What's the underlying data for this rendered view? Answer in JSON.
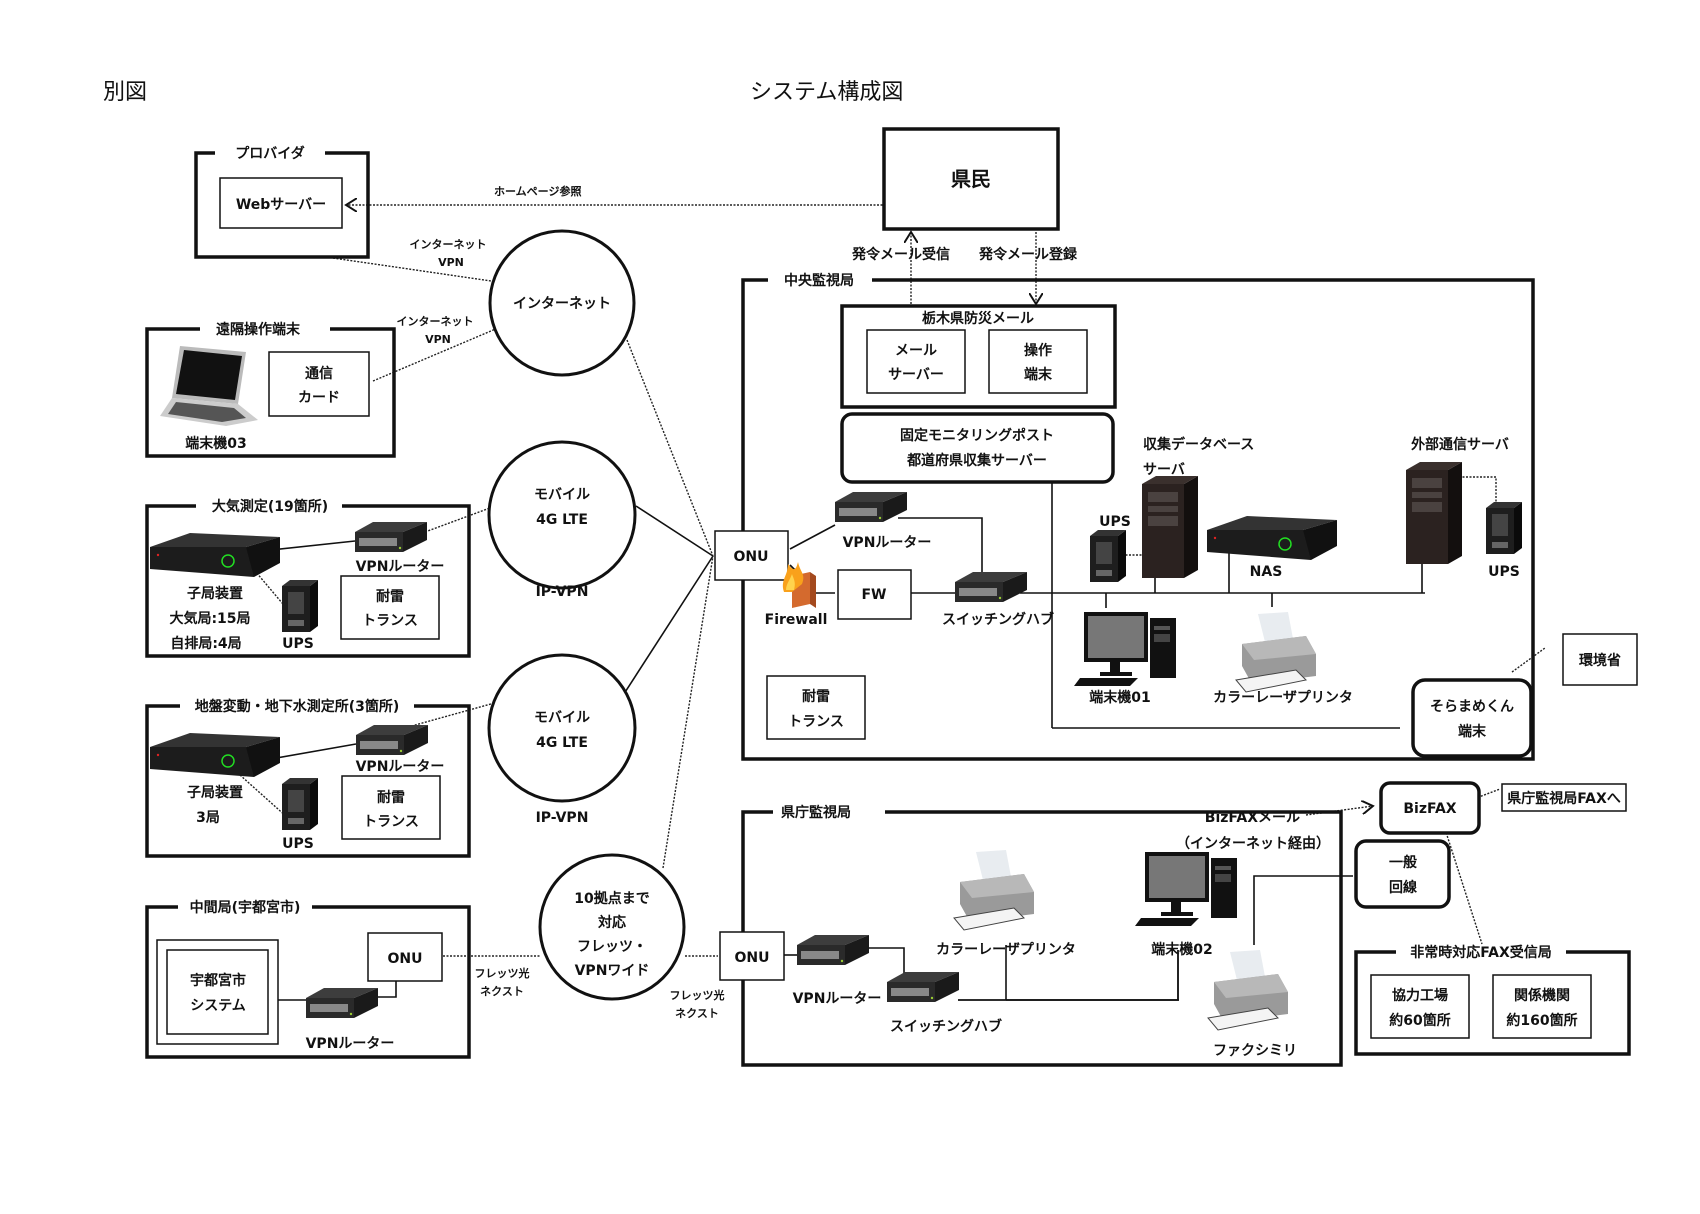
{
  "header": {
    "left_label": "別図",
    "title": "システム構成図"
  },
  "citizens": {
    "label": "県民"
  },
  "provider": {
    "title": "プロバイダ",
    "web_server": "Webサーバー",
    "homepage_ref": "ホームページ参照"
  },
  "internet": {
    "label": "インターネット",
    "link1_line1": "インターネット",
    "link1_line2": "VPN",
    "link2_line1": "インターネット",
    "link2_line2": "VPN"
  },
  "remote_terminal": {
    "title": "遠隔操作端末",
    "card_line1": "通信",
    "card_line2": "カード",
    "terminal": "端末機03"
  },
  "air_measure": {
    "title": "大気測定(19箇所)",
    "router": "VPNルーター",
    "device": "子局装置",
    "air_count": "大気局:15局",
    "exhaust_count": "自排局:4局",
    "ups": "UPS",
    "transformer_line1": "耐雷",
    "transformer_line2": "トランス"
  },
  "mobile1": {
    "line1": "モバイル",
    "line2": "4G LTE",
    "caption": "IP-VPN"
  },
  "mobile2": {
    "line1": "モバイル",
    "line2": "4G LTE",
    "caption": "IP-VPN"
  },
  "ground_measure": {
    "title": "地盤変動・地下水測定所(3箇所)",
    "router": "VPNルーター",
    "device": "子局装置",
    "count": "3局",
    "ups": "UPS",
    "transformer_line1": "耐雷",
    "transformer_line2": "トランス"
  },
  "relay_station": {
    "title": "中間局(宇都宮市)",
    "system_line1": "宇都宮市",
    "system_line2": "システム",
    "onu": "ONU",
    "router": "VPNルーター",
    "link_line1": "フレッツ光",
    "link_line2": "ネクスト"
  },
  "flets": {
    "line1": "10拠点まで",
    "line2": "対応",
    "line3": "フレッツ・",
    "line4": "VPNワイド",
    "link_line1": "フレッツ光",
    "link_line2": "ネクスト"
  },
  "central": {
    "title": "中央監視局",
    "mail_receive": "発令メール受信",
    "mail_register": "発令メール登録",
    "bosai_mail": "栃木県防災メール",
    "mail_server_line1": "メール",
    "mail_server_line2": "サーバー",
    "op_terminal_line1": "操作",
    "op_terminal_line2": "端末",
    "monitoring_line1": "固定モニタリングポスト",
    "monitoring_line2": "都道府県収集サーバー",
    "onu": "ONU",
    "router": "VPNルーター",
    "firewall": "Firewall",
    "fw": "FW",
    "switch": "スイッチングハブ",
    "transformer_line1": "耐雷",
    "transformer_line2": "トランス",
    "db_server_line1": "収集データベース",
    "db_server_line2": "サーバ",
    "ups1": "UPS",
    "nas": "NAS",
    "ext_server": "外部通信サーバ",
    "ups2": "UPS",
    "terminal": "端末機01",
    "printer": "カラーレーザプリンタ",
    "soramame_line1": "そらまめくん",
    "soramame_line2": "端末",
    "env_ministry": "環境省"
  },
  "pref_office": {
    "title": "県庁監視局",
    "onu": "ONU",
    "router": "VPNルーター",
    "switch": "スイッチングハブ",
    "printer": "カラーレーザプリンタ",
    "terminal": "端末機02",
    "fax": "ファクシミリ",
    "bizfax_mail": "BizFAXメール",
    "via_internet": "（インターネット経由）"
  },
  "bizfax": {
    "label": "BizFAX",
    "to_pref_fax": "県庁監視局FAXへ",
    "general_line1": "一般",
    "general_line2": "回線"
  },
  "emergency_fax": {
    "title": "非常時対応FAX受信局",
    "factories_line1": "協力工場",
    "factories_line2": "約60箇所",
    "agencies_line1": "関係機関",
    "agencies_line2": "約160箇所"
  }
}
